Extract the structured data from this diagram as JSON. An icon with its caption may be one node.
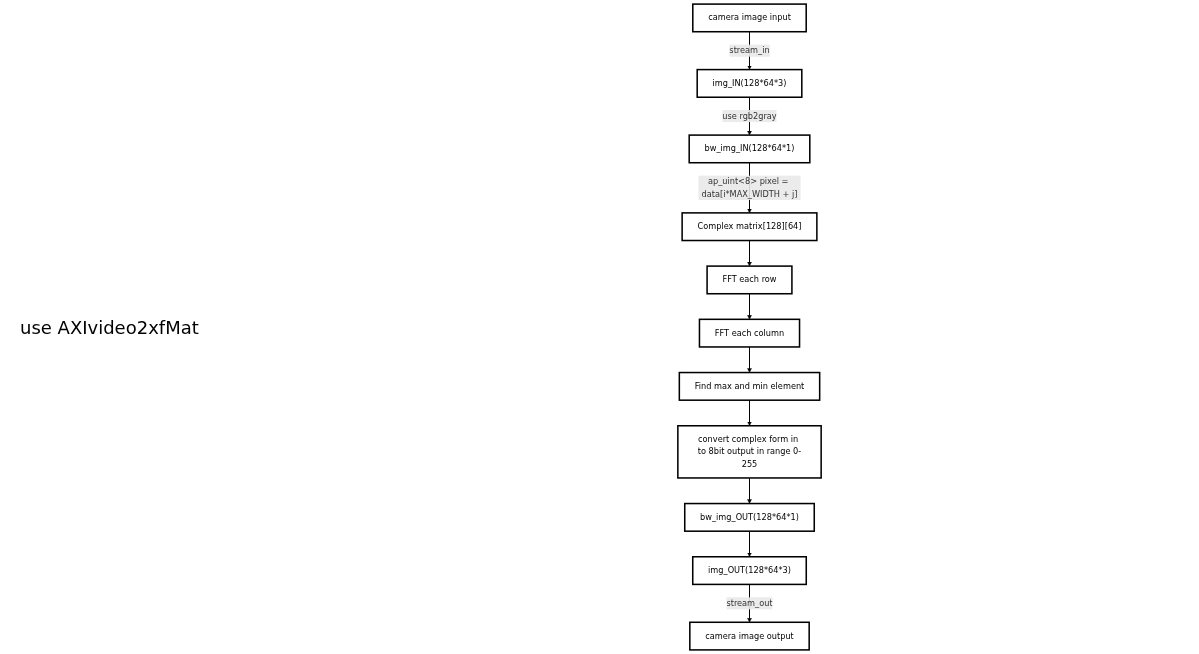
{
  "diagram": {
    "nodes": [
      {
        "text": [
          "camera image input"
        ]
      },
      {
        "text": [
          "img_IN(128*64*3)"
        ]
      },
      {
        "text": [
          "bw_img_IN(128*64*1)"
        ]
      },
      {
        "text": [
          "Complex matrix[128][64]"
        ]
      },
      {
        "text": [
          "FFT each row"
        ]
      },
      {
        "text": [
          "FFT each column"
        ]
      },
      {
        "text": [
          "Find max and min element"
        ]
      },
      {
        "text": [
          "convert complex form in to 8bit output in range 0-255"
        ]
      },
      {
        "text": [
          "bw_img_OUT(128*64*1)"
        ]
      },
      {
        "text": [
          "img_OUT(128*64*3)"
        ]
      },
      {
        "text": [
          "camera image output"
        ]
      }
    ],
    "edges": [
      {
        "from": 0,
        "to": 1,
        "arrow": "to",
        "label": "stream_in"
      },
      {
        "from": 1,
        "to": 2,
        "arrow": "to",
        "label": "use rgb2gray"
      },
      {
        "from": 2,
        "to": 3,
        "arrow": "to",
        "label": "ap_uint<8> pixel = data[i*MAX_WIDTH + j]"
      },
      {
        "from": 3,
        "to": 4,
        "arrow": "to"
      },
      {
        "from": 4,
        "to": 5,
        "arrow": "to"
      },
      {
        "from": 5,
        "to": 6,
        "arrow": "to"
      },
      {
        "from": 6,
        "to": 7,
        "arrow": "to"
      },
      {
        "from": 7,
        "to": 8,
        "arrow": "to"
      },
      {
        "from": 8,
        "to": 9,
        "arrow": "to"
      },
      {
        "from": 9,
        "to": 10,
        "arrow": "to",
        "label": "stream_out"
      }
    ],
    "labels": [
      "use AXIvideo2xfMat"
    ]
  }
}
